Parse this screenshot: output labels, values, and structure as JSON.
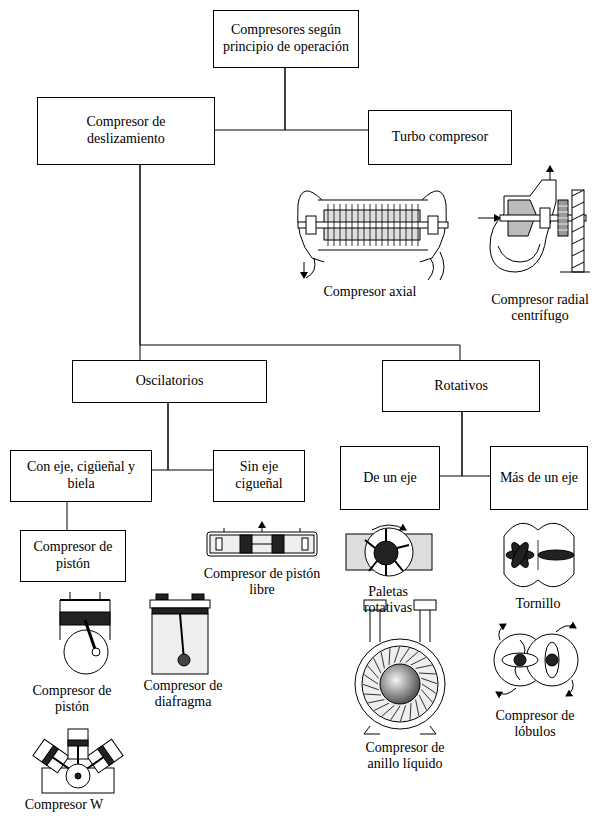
{
  "diagram": {
    "nodes": [
      {
        "text": [
          "Compresores según principio de operación"
        ]
      },
      {
        "text": [
          "Compresor de deslizamiento"
        ]
      },
      {
        "text": [
          "Turbo compresor"
        ]
      },
      {
        "text": [
          "Oscilatorios"
        ]
      },
      {
        "text": [
          "Rotativos"
        ]
      },
      {
        "text": [
          "Con eje, cigüeñal y biela"
        ]
      },
      {
        "text": [
          "Sin eje cigueñal"
        ]
      },
      {
        "text": [
          "Compresor de pistón"
        ]
      },
      {
        "text": [
          "De un eje"
        ]
      },
      {
        "text": [
          "Más de un eje"
        ]
      }
    ],
    "edges": [
      {
        "from": 0,
        "to": 1,
        "arrow": "none"
      },
      {
        "from": 0,
        "to": 2,
        "arrow": "none"
      },
      {
        "from": 1,
        "to": 3,
        "arrow": "none"
      },
      {
        "from": 1,
        "to": 4,
        "arrow": "none"
      },
      {
        "from": 3,
        "to": 5,
        "arrow": "none"
      },
      {
        "from": 3,
        "to": 6,
        "arrow": "none"
      },
      {
        "from": 4,
        "to": 8,
        "arrow": "none"
      },
      {
        "from": 4,
        "to": 9,
        "arrow": "none"
      },
      {
        "from": 5,
        "to": 7,
        "arrow": "none"
      }
    ],
    "labels": [
      "Compresor axial",
      "Compresor radial centrífugo",
      "Compresor de pistón libre",
      "Paletas rotativas",
      "Tornillo",
      "Compresor de diafragma",
      "Compresor de pistón",
      "Compresor de lóbulos",
      "Compresor de anillo líquido",
      "Compresor W"
    ]
  }
}
